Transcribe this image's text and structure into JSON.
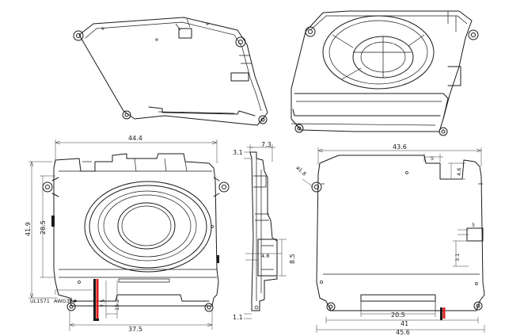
{
  "dimensions": {
    "front_width": "44.4",
    "front_height": "41.9",
    "front_inner_height": "28.5",
    "bottom_offset_a": "7.5",
    "bottom_offset_b": "15.2",
    "bottom_width": "37.5",
    "side_depth": "7.3",
    "side_top": "3.1",
    "side_bottom": "1.1",
    "side_tab": "4.8",
    "side_tab_height": "8.5",
    "hole": "ø1.8",
    "back_width_top": "43.6",
    "back_notch_w": "5",
    "back_notch_h": "4.6",
    "back_side_tab_w": "5",
    "back_side_tab_h": "3.1",
    "back_slot": "20.5",
    "back_inner": "41",
    "back_width": "45.6"
  },
  "labels": {
    "wire_spec_1": "UL1571",
    "wire_spec_2": "AWG32#"
  },
  "colors": {
    "line": "#1a1a1a",
    "wire_red": "#e21b1b",
    "wire_black": "#1a1a1a"
  }
}
